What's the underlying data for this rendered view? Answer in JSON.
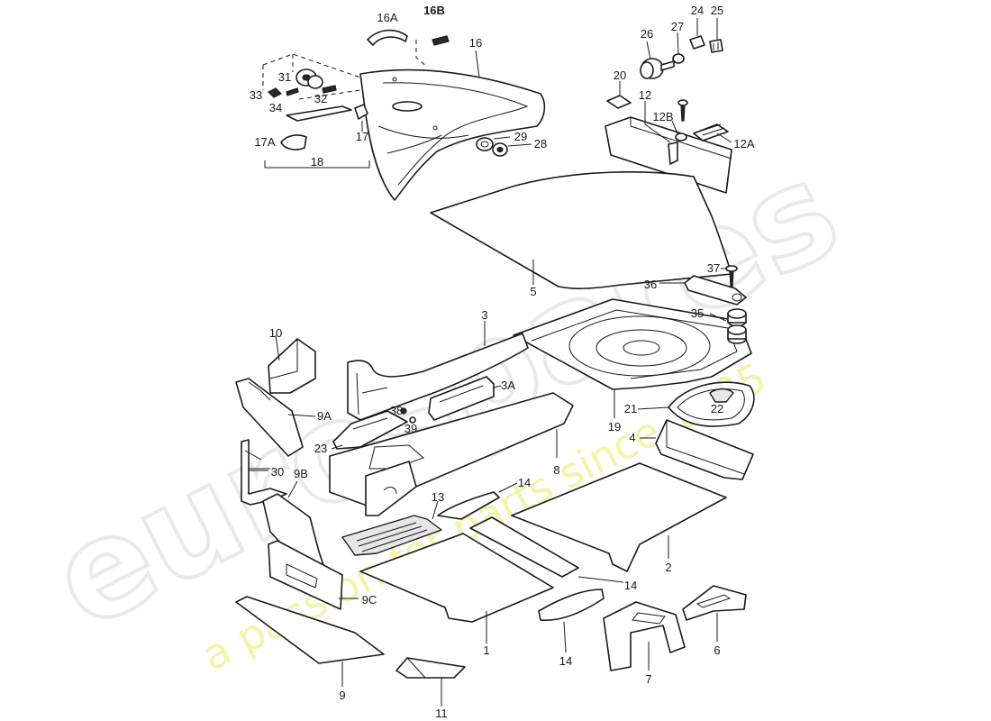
{
  "watermark": {
    "brand": "eurospares",
    "tagline": "a passion for parts since 1985",
    "colors": {
      "brand_outline": "#e9e9e9",
      "tagline": "#f1f19c"
    }
  },
  "diagram": {
    "line_color": "#1a1a1a",
    "callouts": {
      "c16A": "16A",
      "c16B": "16B",
      "c16": "16",
      "c26": "26",
      "c27": "27",
      "c24": "24",
      "c25": "25",
      "c20": "20",
      "c12": "12",
      "c12B": "12B",
      "c12A": "12A",
      "c31": "31",
      "c33": "33",
      "c32": "32",
      "c34": "34",
      "c17A": "17A",
      "c17": "17",
      "c18": "18",
      "c29": "29",
      "c28": "28",
      "c5": "5",
      "c37": "37",
      "c36": "36",
      "c35": "35",
      "c10": "10",
      "c3": "3",
      "c3A": "3A",
      "c9A": "9A",
      "c38": "38",
      "c39": "39",
      "c23": "23",
      "c19": "19",
      "c21": "21",
      "c22": "22",
      "c4": "4",
      "c8": "8",
      "c30": "30",
      "c9B": "9B",
      "c13": "13",
      "c14a": "14",
      "c14b": "14",
      "c14c": "14",
      "c2": "2",
      "c9C": "9C",
      "c1": "1",
      "c9": "9",
      "c11": "11",
      "c7": "7",
      "c6": "6"
    }
  }
}
